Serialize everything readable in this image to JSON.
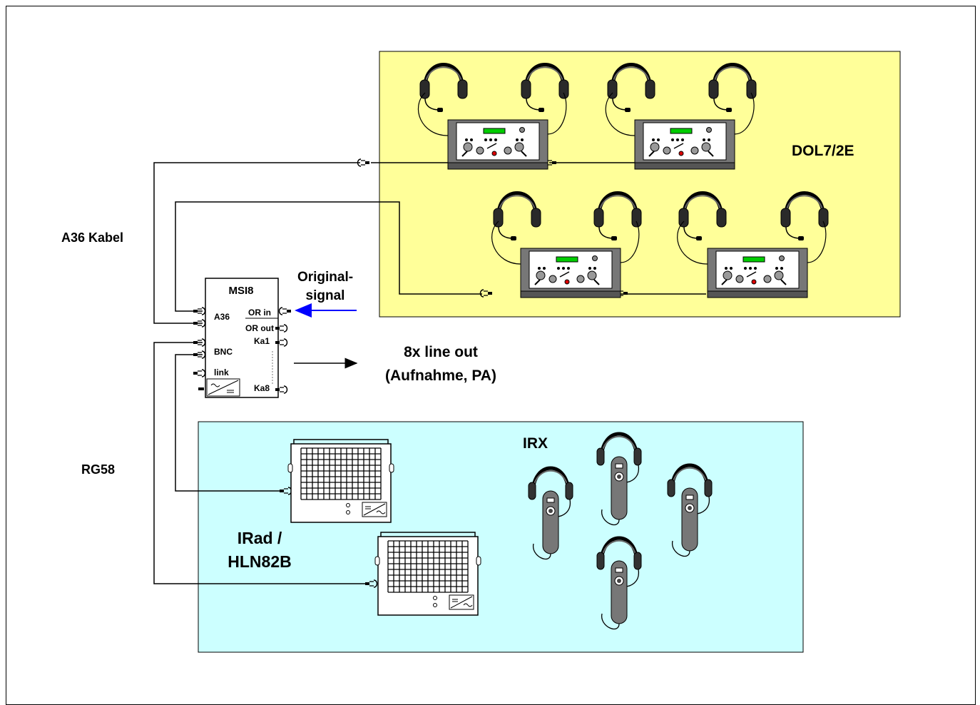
{
  "labels": {
    "dol": "DOL7/2E",
    "a36_cable": "A36 Kabel",
    "rg58": "RG58",
    "msi8_title": "MSI8",
    "original_signal_line1": "Original-",
    "original_signal_line2": "signal",
    "line_out_line1": "8x line out",
    "line_out_line2": "(Aufnahme, PA)",
    "irx": "IRX",
    "irad_line1": "IRad /",
    "irad_line2": "HLN82B"
  },
  "msi8_ports": {
    "a36": "A36",
    "or_in": "OR in",
    "or_out": "OR out",
    "ka1": "Ka1",
    "bnc": "BNC",
    "link": "link",
    "ka8": "Ka8"
  },
  "colors": {
    "yellow_zone": "#ffff99",
    "cyan_zone": "#ccffff",
    "msi8_title": "#ff0000",
    "original_signal": "#0000ff",
    "display_green": "#00cc00",
    "device_gray": "#777777"
  },
  "icons": [
    "headphones-icon",
    "interpreter-console-icon",
    "ir-radiator-icon",
    "ir-receiver-icon"
  ]
}
